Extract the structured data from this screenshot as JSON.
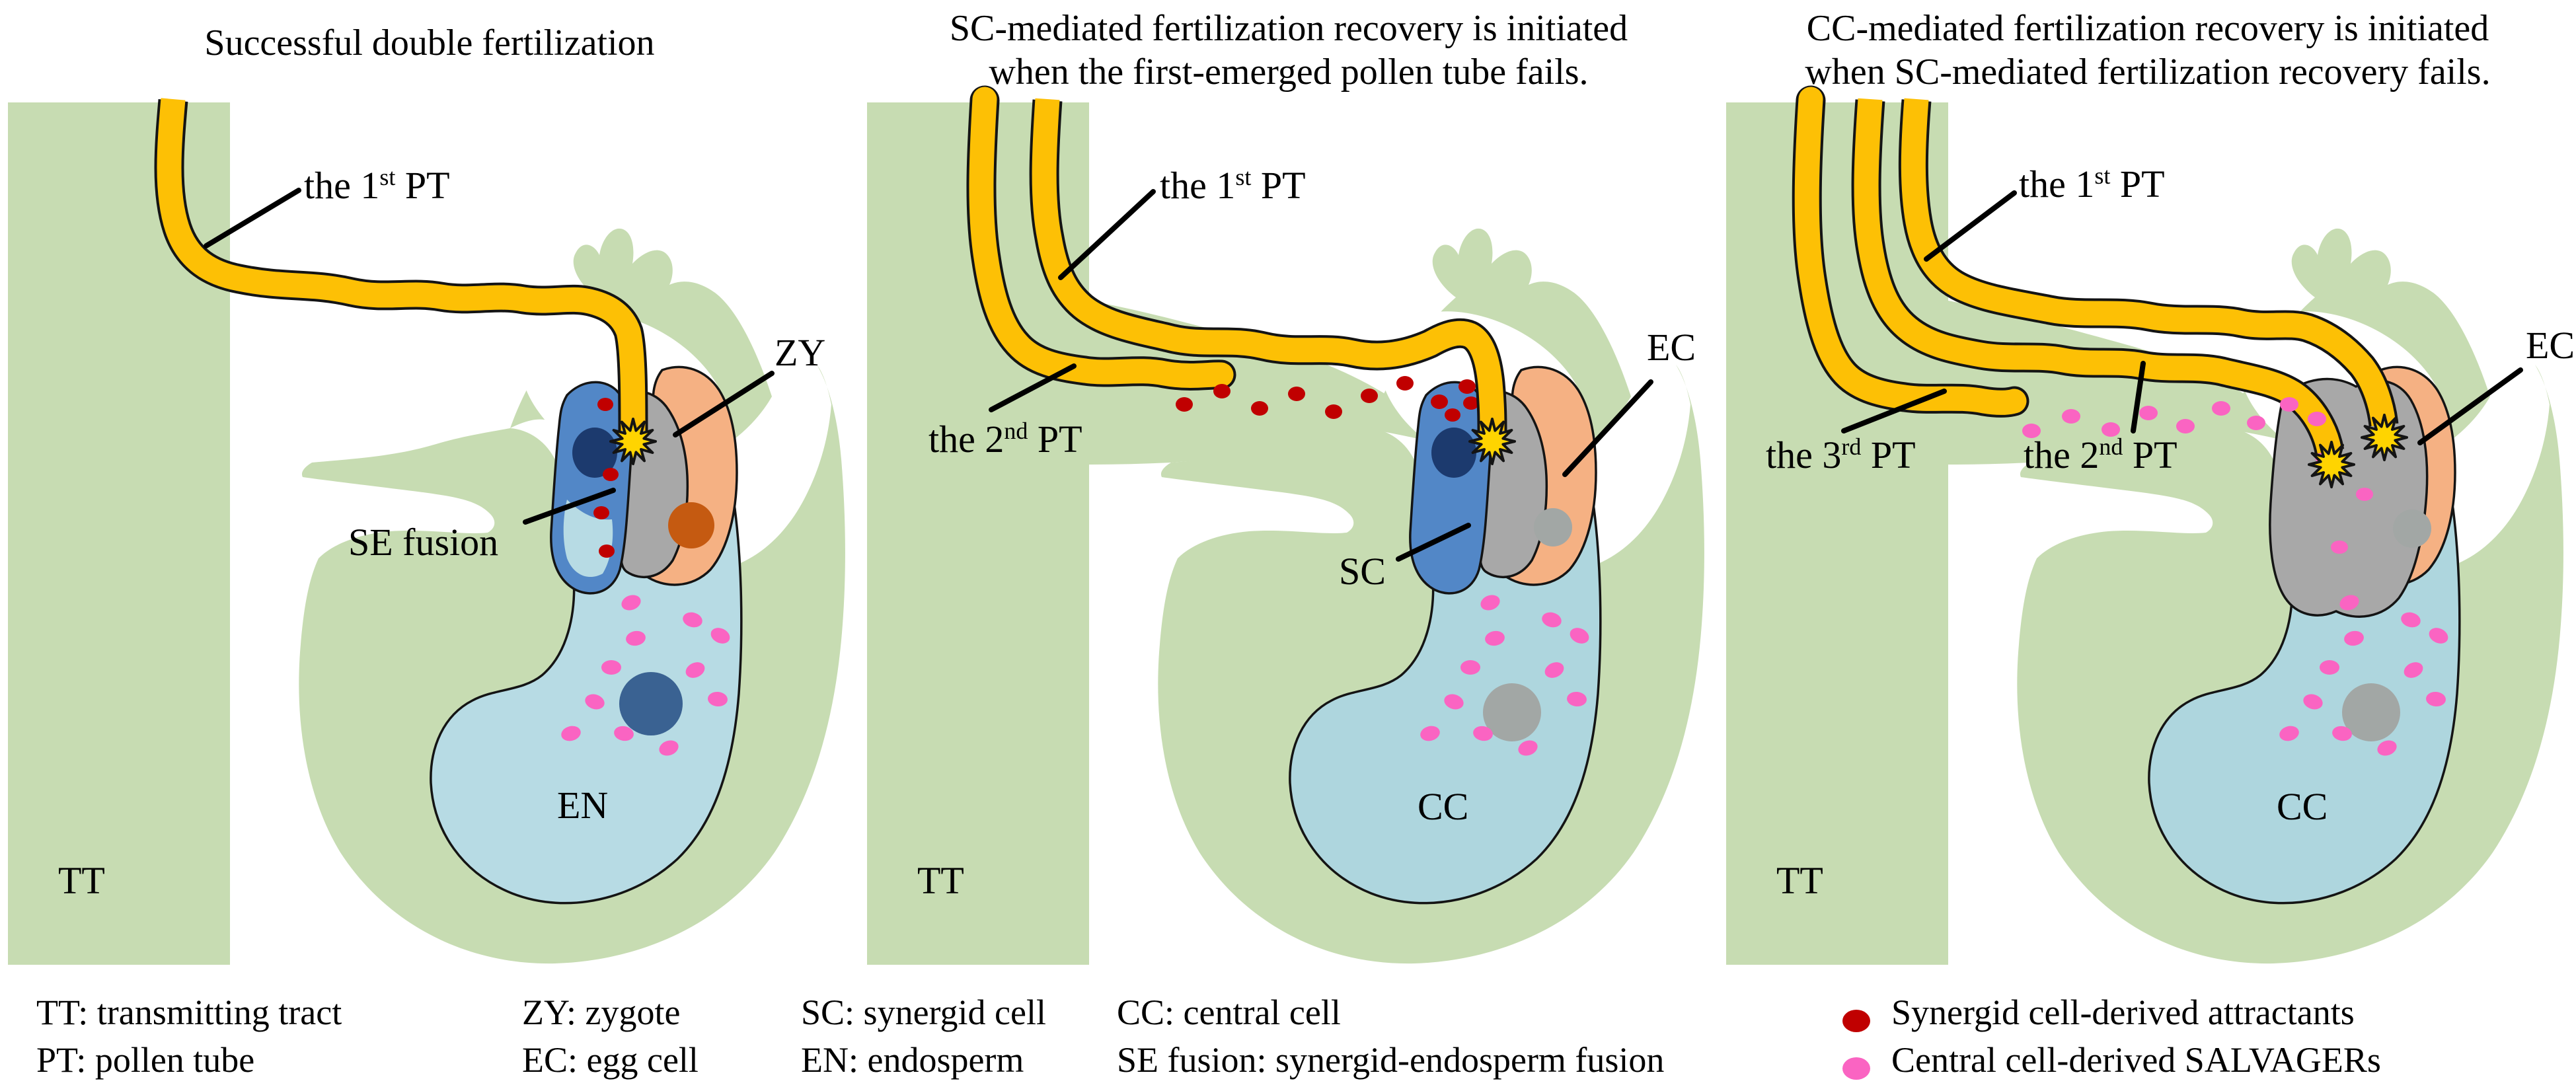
{
  "figure": {
    "description": "Pollen tube fertilization recovery diagram"
  },
  "colors": {
    "tissue_green": "#c7dcb2",
    "pollen_tube_yellow": "#fdc005",
    "burst_yellow": "#ffd400",
    "outline_black": "#141414",
    "synergid_blue": "#5287c7",
    "synergid_nucleus_navy": "#1c3a6e",
    "degenerated_synergid_gray": "#a8a8a8",
    "unfertilized_nucleus_gray": "#a2a7a5",
    "egg_cell_peach": "#f5b183",
    "zygote_nucleus_orange": "#c55a11",
    "endosperm_blue": "#b7dbe4",
    "central_cell_blue": "#aed6de",
    "endosperm_nucleus_steel": "#3a6292",
    "attractant_red": "#c00000",
    "salvager_pink": "#fa64c2",
    "label_text": "#000000"
  },
  "panels": [
    {
      "id": "successful-double-fertilization",
      "title_lines": [
        "Successful double fertilization"
      ],
      "labels": {
        "pt1_pre": "the 1",
        "pt1_sup": "st",
        "pt1_post": " PT",
        "zy": "ZY",
        "se_fusion": "SE fusion",
        "en": "EN",
        "tt": "TT"
      }
    },
    {
      "id": "sc-mediated-recovery",
      "title_lines": [
        "SC-mediated fertilization recovery is initiated",
        "when the first-emerged pollen tube fails."
      ],
      "labels": {
        "pt1_pre": "the 1",
        "pt1_sup": "st",
        "pt1_post": " PT",
        "pt2_pre": "the 2",
        "pt2_sup": "nd",
        "pt2_post": " PT",
        "ec": "EC",
        "sc": "SC",
        "cc": "CC",
        "tt": "TT"
      }
    },
    {
      "id": "cc-mediated-recovery",
      "title_lines": [
        "CC-mediated fertilization recovery is initiated",
        "when SC-mediated fertilization recovery fails."
      ],
      "labels": {
        "pt1_pre": "the 1",
        "pt1_sup": "st",
        "pt1_post": " PT",
        "pt2_pre": "the 2",
        "pt2_sup": "nd",
        "pt2_post": " PT",
        "pt3_pre": "the 3",
        "pt3_sup": "rd",
        "pt3_post": " PT",
        "ec": "EC",
        "cc": "CC",
        "tt": "TT"
      }
    }
  ],
  "legend": {
    "columns": [
      [
        "TT: transmitting tract",
        "PT: pollen tube"
      ],
      [
        "ZY: zygote",
        "EC: egg cell"
      ],
      [
        "SC: synergid cell",
        "EN: endosperm"
      ],
      [
        "CC: central cell",
        "SE fusion: synergid-endosperm fusion"
      ]
    ],
    "dot_items": [
      {
        "name": "synergid-attractant",
        "color": "#c00000",
        "label": "Synergid cell-derived attractants"
      },
      {
        "name": "central-salvager",
        "color": "#fa64c2",
        "label": "Central cell-derived SALVAGERs"
      }
    ]
  }
}
